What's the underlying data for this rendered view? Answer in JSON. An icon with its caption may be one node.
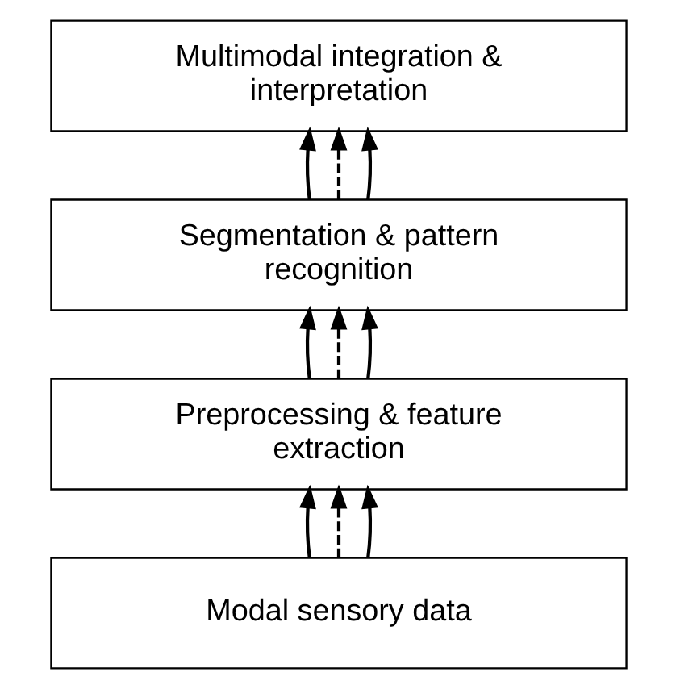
{
  "diagram": {
    "nodes": [
      {
        "text": [
          "Multimodal integration & interpretation"
        ]
      },
      {
        "text": [
          "Segmentation & pattern recognition"
        ]
      },
      {
        "text": [
          "Preprocessing & feature extraction"
        ]
      },
      {
        "text": [
          "Modal sensory data"
        ]
      }
    ],
    "edges": [
      {
        "from": 3,
        "to": 2,
        "arrow": "to"
      },
      {
        "from": 3,
        "to": 2,
        "arrow": "to",
        "style": "dashed"
      },
      {
        "from": 3,
        "to": 2,
        "arrow": "to"
      },
      {
        "from": 2,
        "to": 1,
        "arrow": "to"
      },
      {
        "from": 2,
        "to": 1,
        "arrow": "to",
        "style": "dashed"
      },
      {
        "from": 2,
        "to": 1,
        "arrow": "to"
      },
      {
        "from": 1,
        "to": 0,
        "arrow": "to"
      },
      {
        "from": 1,
        "to": 0,
        "arrow": "to",
        "style": "dashed"
      },
      {
        "from": 1,
        "to": 0,
        "arrow": "to"
      }
    ]
  }
}
